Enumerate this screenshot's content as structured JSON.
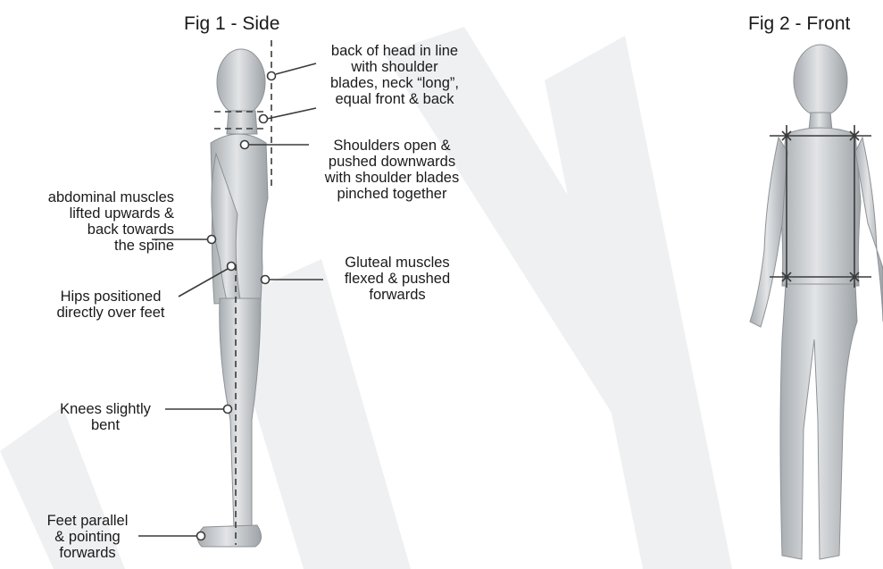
{
  "fig1": {
    "title": "Fig 1 - Side",
    "annotations": {
      "head": "back of head in line\nwith shoulder\nblades, neck “long”,\nequal front & back",
      "shoulders": "Shoulders open &\npushed downwards\nwith shoulder blades\npinched together",
      "abdominal": "abdominal muscles\nlifted upwards &\nback towards\nthe spine",
      "hips": "Hips positioned\ndirectly over feet",
      "gluteal": "Gluteal muscles\nflexed & pushed\nforwards",
      "knees": "Knees slightly\nbent",
      "feet": "Feet parallel\n& pointing\nforwards"
    }
  },
  "fig2": {
    "title": "Fig 2 - Front"
  },
  "colors": {
    "figure_fill": "#c9cccf",
    "figure_shade": "#9fa4a8",
    "line": "#3a3a3a",
    "watermark": "#cfd2d5"
  }
}
